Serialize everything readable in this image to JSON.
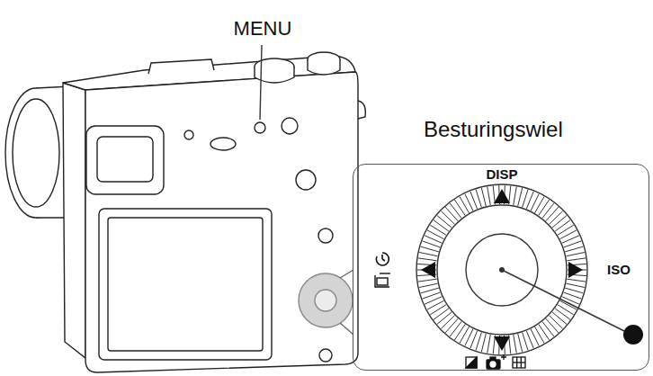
{
  "diagram": {
    "nodes": [
      {
        "text": [
          "Besturingswiel"
        ]
      }
    ],
    "labels": [
      "MENU",
      "DISP",
      "ISO"
    ]
  }
}
